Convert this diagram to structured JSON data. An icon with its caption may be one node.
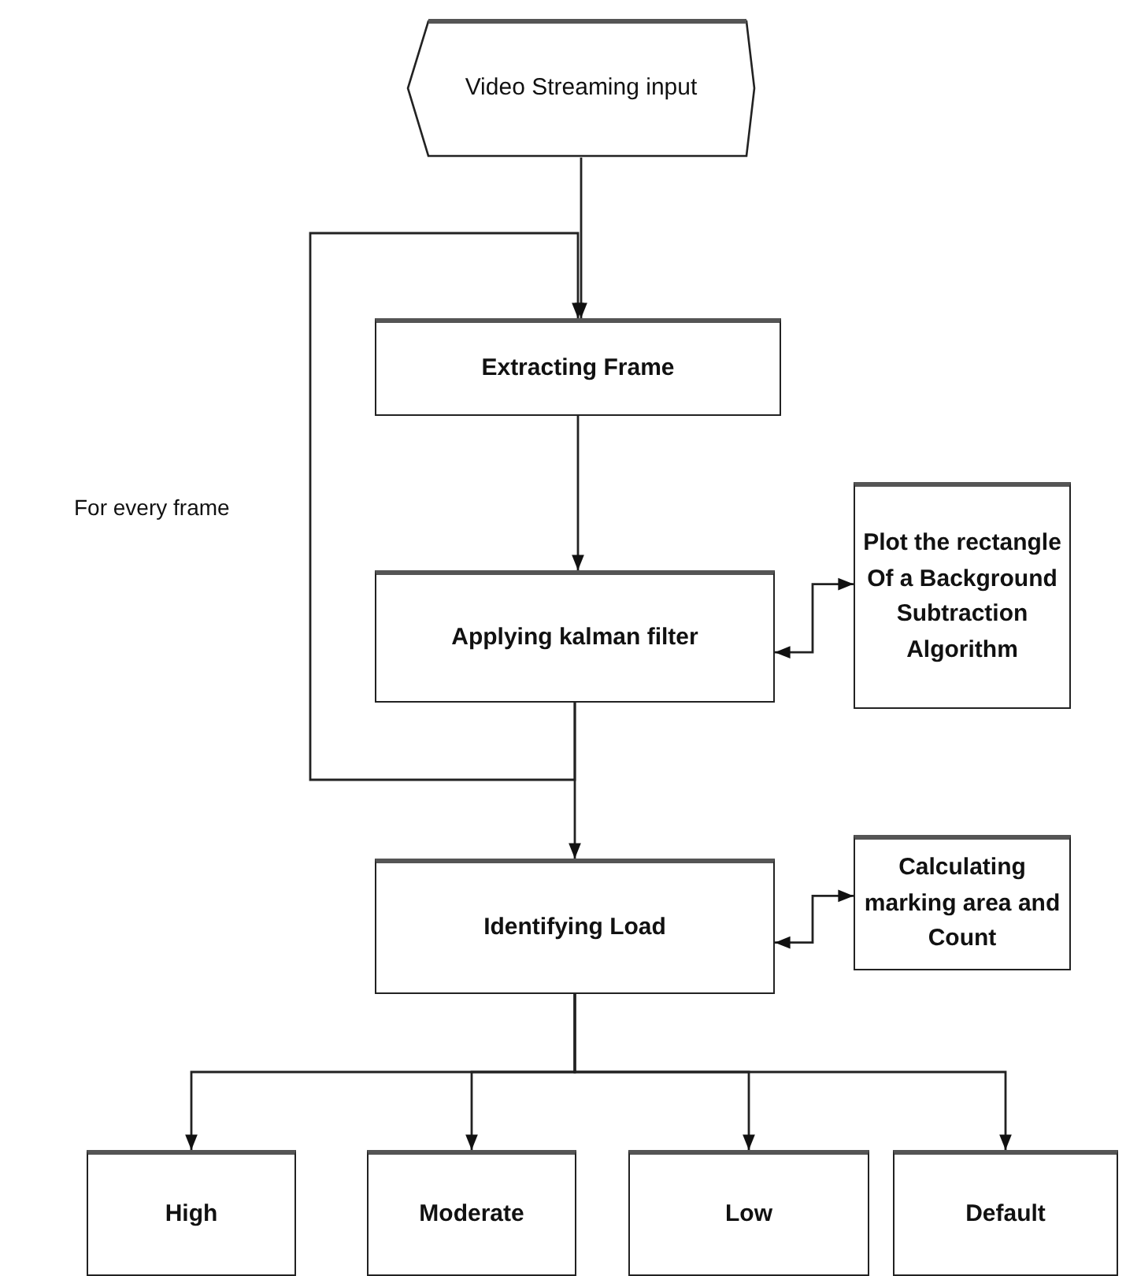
{
  "diagram": {
    "nodes": [
      {
        "text": [
          "Video Streaming input"
        ]
      },
      {
        "text": [
          "Extracting Frame"
        ]
      },
      {
        "text": [
          "Applying kalman filter"
        ]
      },
      {
        "text": [
          "Plot the rectangle Of a Background Subtraction Algorithm"
        ]
      },
      {
        "text": [
          "Identifying Load"
        ]
      },
      {
        "text": [
          "Calculating marking area  and Count"
        ]
      },
      {
        "text": [
          "High"
        ]
      },
      {
        "text": [
          "Moderate"
        ]
      },
      {
        "text": [
          "Low"
        ]
      },
      {
        "text": [
          "Default"
        ]
      }
    ],
    "edges": [
      {
        "from": 0,
        "to": 1,
        "arrow": "to"
      },
      {
        "from": 1,
        "to": 2,
        "arrow": "to"
      },
      {
        "from": 2,
        "to": 4,
        "arrow": "to"
      },
      {
        "from": 2,
        "to": 1,
        "arrow": "to",
        "label": "For every frame"
      },
      {
        "from": 2,
        "to": 3,
        "arrow": "both"
      },
      {
        "from": 4,
        "to": 5,
        "arrow": "both"
      },
      {
        "from": 4,
        "to": 6,
        "arrow": "to"
      },
      {
        "from": 4,
        "to": 7,
        "arrow": "to"
      },
      {
        "from": 4,
        "to": 8,
        "arrow": "to"
      },
      {
        "from": 4,
        "to": 9,
        "arrow": "to"
      }
    ]
  }
}
